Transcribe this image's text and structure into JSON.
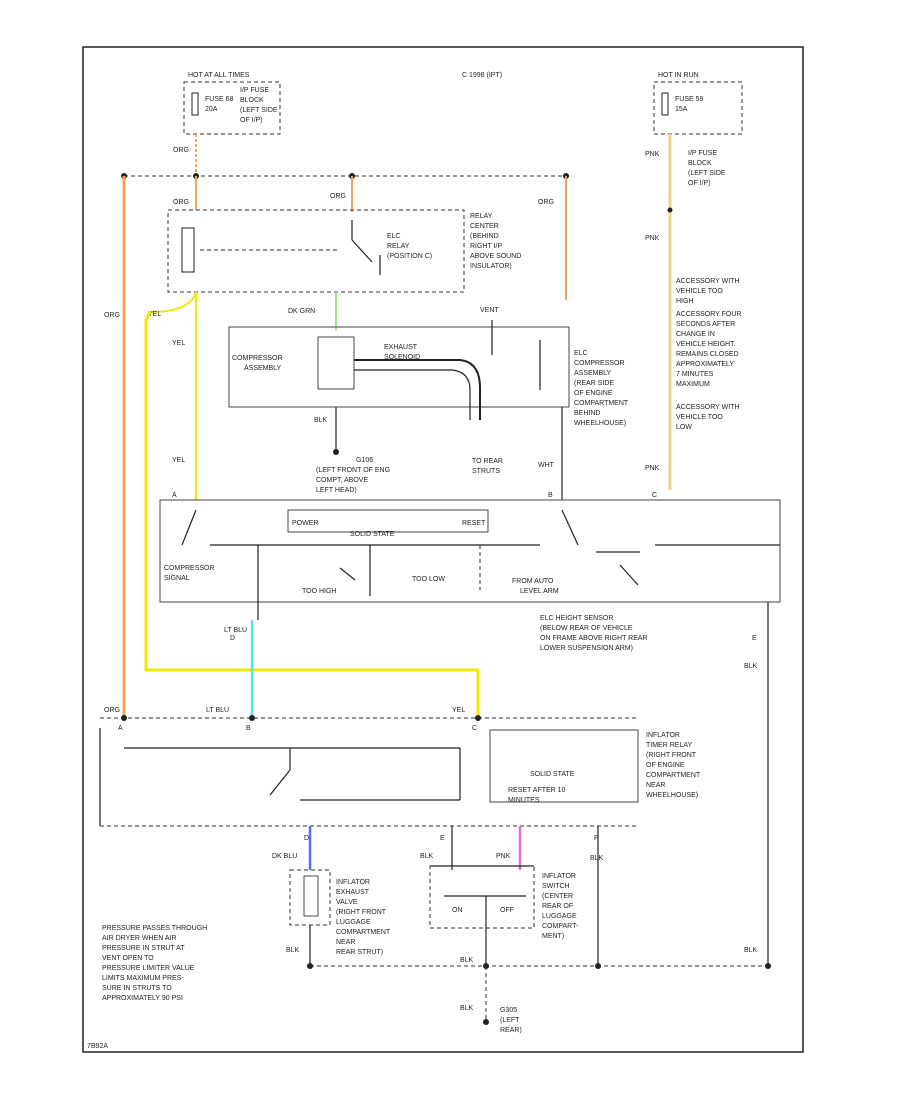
{
  "colors": {
    "orange": "#f5a25a",
    "yellow": "#f0ea00",
    "cyan": "#58e0ec",
    "blue": "#5a6cf0",
    "pink": "#e86ad8",
    "green": "#9fe08a",
    "black": "#222222"
  },
  "top": {
    "hot_all_times": "HOT AT ALL TIMES",
    "center_note": "C 1998 (IPT)",
    "hot_in_run": "HOT IN RUN",
    "fuse_left": [
      "FUSE 68",
      "20A"
    ],
    "fuse_left_note": [
      "I/P FUSE",
      "BLOCK",
      "(LEFT SIDE",
      "OF I/P)"
    ],
    "fuse_right": [
      "FUSE 59",
      "15A"
    ],
    "fuse_right_note": [
      "I/P FUSE",
      "BLOCK",
      "(LEFT SIDE",
      "OF I/P)"
    ]
  },
  "wires": {
    "org": "ORG",
    "pnk": "PNK",
    "yel": "YEL",
    "dk_grn": "DK GRN",
    "blk": "BLK",
    "wht": "WHT",
    "lt_blu": "LT BLU",
    "dk_blu": "DK BLU",
    "vent": "VENT"
  },
  "relay": {
    "name": [
      "ELC",
      "RELAY",
      "(POSITION C)"
    ],
    "location": [
      "RELAY",
      "CENTER",
      "(BEHIND",
      "RIGHT I/P",
      "ABOVE SOUND",
      "INSULATOR)"
    ]
  },
  "compressor": {
    "assembly": [
      "COMPRESSOR",
      "ASSEMBLY"
    ],
    "exhaust": [
      "EXHAUST",
      "SOLENOID"
    ],
    "location": [
      "ELC",
      "COMPRESSOR",
      "ASSEMBLY",
      "(REAR SIDE",
      "OF ENGINE",
      "COMPARTMENT",
      "BEHIND",
      "WHEELHOUSE)"
    ],
    "to_rear_struts": [
      "TO REAR",
      "STRUTS"
    ],
    "ground": [
      "G106",
      "(LEFT FRONT OF ENG",
      "COMPT, ABOVE",
      "LEFT HEAD)"
    ]
  },
  "ground_right_note": [
    "ACCESSORY WITH",
    "VEHICLE TOO",
    "HIGH",
    "ACCESSORY FOUR",
    "SECONDS AFTER",
    "CHANGE IN",
    "VEHICLE HEIGHT.",
    "REMAINS CLOSED",
    "APPROXIMATELY",
    "7 MINUTES",
    "MAXIMUM",
    "ACCESSORY WITH",
    "VEHICLE TOO",
    "LOW"
  ],
  "sensor": {
    "power": "POWER",
    "solid_state": "SOLID STATE",
    "reset": "RESET",
    "compressor_signal": [
      "COMPRESSOR",
      "SIGNAL"
    ],
    "too_low": "TOO LOW",
    "too_high": "TOO HIGH",
    "from_auto_level": [
      "FROM AUTO",
      "LEVEL ARM"
    ],
    "location": [
      "ELC HEIGHT SENSOR",
      "(BELOW REAR OF VEHICLE",
      "ON FRAME ABOVE RIGHT REAR",
      "LOWER SUSPENSION ARM)"
    ],
    "pins": [
      "A",
      "B",
      "C",
      "D",
      "E"
    ]
  },
  "inflator_timer": {
    "solid_state": "SOLID STATE",
    "reset": [
      "RESET AFTER 10",
      "MINUTES"
    ],
    "location": [
      "INFLATOR",
      "TIMER RELAY",
      "(RIGHT FRONT",
      "OF ENGINE",
      "COMPARTMENT",
      "NEAR",
      "WHEELHOUSE)"
    ],
    "pins": [
      "A",
      "B",
      "C",
      "D",
      "E",
      "F"
    ]
  },
  "inflator_valve": {
    "label": "VALVE",
    "location": [
      "INFLATOR",
      "EXHAUST",
      "VALVE",
      "(RIGHT FRONT",
      "LUGGAGE",
      "COMPARTMENT",
      "NEAR",
      "REAR STRUT)"
    ]
  },
  "inflator_switch": {
    "on": "ON",
    "off": "OFF",
    "location": [
      "INFLATOR",
      "SWITCH",
      "(CENTER",
      "REAR OF",
      "LUGGAGE",
      "COMPART-",
      "MENT)"
    ]
  },
  "bottom_note": [
    "PRESSURE PASSES THROUGH",
    "AIR DRYER WHEN AIR",
    "PRESSURE IN STRUT AT",
    "VENT OPEN TO",
    "PRESSURE LIMITER VALUE",
    "LIMITS MAXIMUM PRES-",
    "SURE IN STRUTS TO",
    "APPROXIMATELY 90 PSI"
  ],
  "ground_bottom": [
    "G305",
    "(LEFT",
    "REAR)"
  ],
  "footer": "7B92A"
}
